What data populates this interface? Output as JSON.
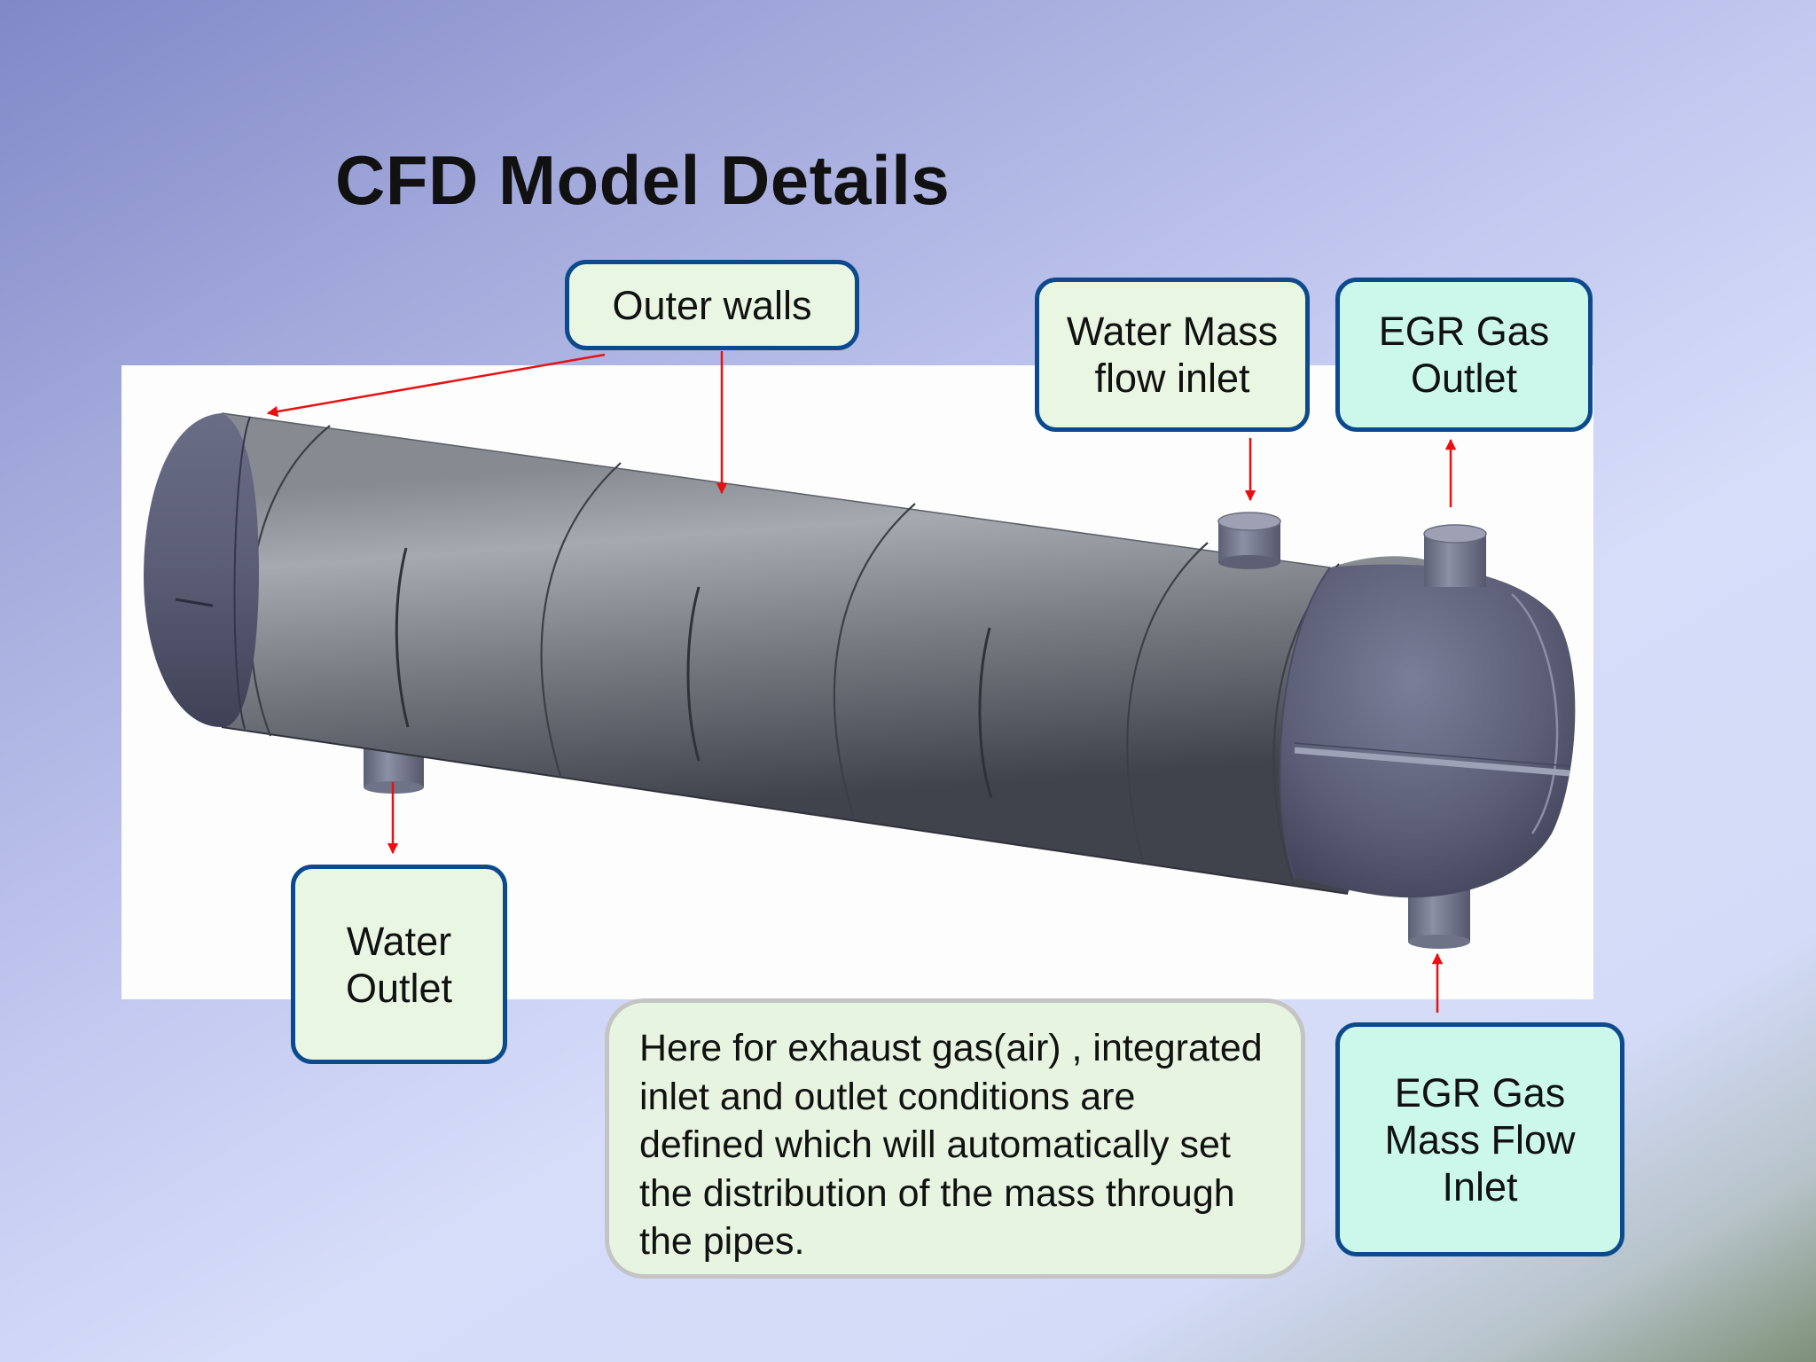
{
  "slide": {
    "title": "CFD Model Details"
  },
  "labels": {
    "outer_walls": "Outer walls",
    "water_mass_flow_inlet": "Water Mass\nflow inlet",
    "egr_gas_outlet": "EGR Gas\nOutlet",
    "water_outlet": "Water\nOutlet",
    "egr_gas_mass_flow_inlet": "EGR Gas\nMass Flow\nInlet"
  },
  "note": {
    "text": "Here for exhaust gas(air) , integrated inlet and outlet conditions are defined which will automatically set the distribution of the mass through the pipes."
  },
  "colors": {
    "callout_border": "#0b4a8c",
    "arrow": "#e81010",
    "callout_fill_green": "#e8f6e2",
    "callout_fill_cyan": "#cbf8ea"
  }
}
